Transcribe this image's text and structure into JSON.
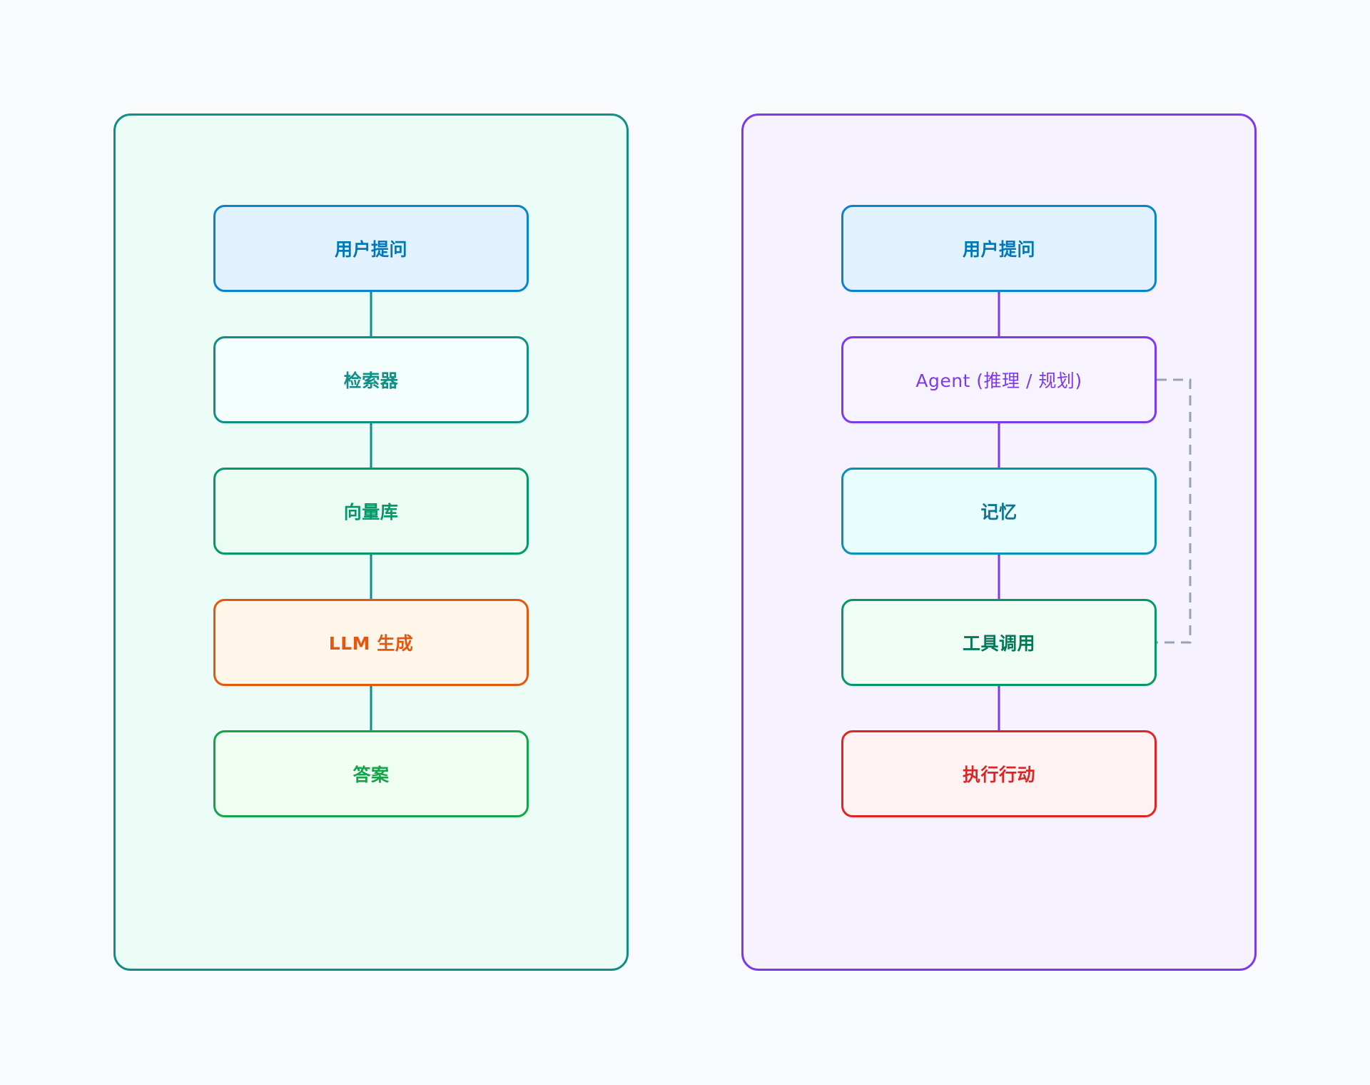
{
  "colors": {
    "background": "#f8fafc",
    "dashed_link": "#94a3b8"
  },
  "panels": {
    "left": {
      "border": "#0f8f86",
      "fill": "#ecfdf8"
    },
    "right": {
      "border": "#7c3aed",
      "fill": "#f6f3fe"
    }
  },
  "left_flow": {
    "connector_color": "#0f8f86",
    "nodes": [
      {
        "label": "用户提问",
        "text": "#0077b6",
        "border": "#0a84c6",
        "fill": "#e1f1fd"
      },
      {
        "label": "检索器",
        "text": "#0f8f86",
        "border": "#0f8f86",
        "fill": "#f4fefc"
      },
      {
        "label": "向量库",
        "text": "#059669",
        "border": "#059669",
        "fill": "#ebfcf3"
      },
      {
        "label": "LLM 生成",
        "text": "#e4570f",
        "border": "#e4570f",
        "fill": "#fff6ea"
      },
      {
        "label": "答案",
        "text": "#16a34a",
        "border": "#16a34a",
        "fill": "#effdf3"
      }
    ]
  },
  "right_flow": {
    "connector_color": "#7c3aed",
    "nodes": [
      {
        "label": "用户提问",
        "text": "#0077b6",
        "border": "#0a84c6",
        "fill": "#e1f1fd"
      },
      {
        "label": "Agent (推理 / 规划)",
        "text": "#7c3aed",
        "border": "#7c3aed",
        "fill": "#f7f3ff"
      },
      {
        "label": "记忆",
        "text": "#0e7490",
        "border": "#0891b2",
        "fill": "#e8fefe"
      },
      {
        "label": "工具调用",
        "text": "#047857",
        "border": "#059669",
        "fill": "#effdf5"
      },
      {
        "label": "执行行动",
        "text": "#dc2626",
        "border": "#dc2626",
        "fill": "#fff2f2"
      }
    ]
  }
}
